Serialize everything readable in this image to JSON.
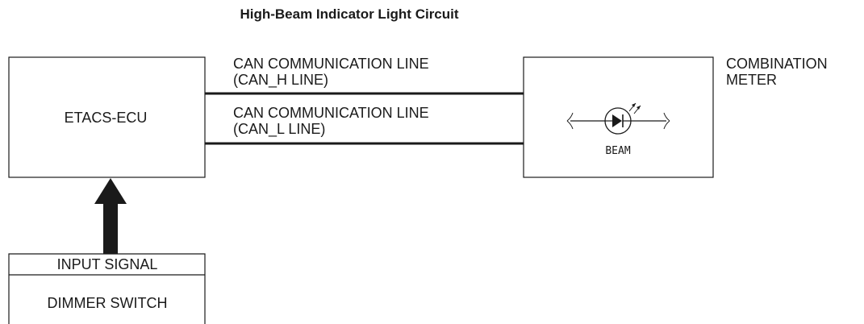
{
  "title": "High-Beam Indicator Light Circuit",
  "etacs": {
    "label": "ETACS-ECU"
  },
  "can_h": {
    "line1": "CAN COMMUNICATION LINE",
    "line2": "(CAN_H LINE)"
  },
  "can_l": {
    "line1": "CAN COMMUNICATION LINE",
    "line2": "(CAN_L LINE)"
  },
  "meter": {
    "line1": "COMBINATION",
    "line2": "METER",
    "lamp_label": "BEAM"
  },
  "dimmer": {
    "signal_label": "INPUT SIGNAL",
    "switch_label": "DIMMER SWITCH"
  },
  "icons": {
    "lamp": "led-lamp-icon",
    "arrow": "up-arrow-icon"
  },
  "colors": {
    "stroke": "#1a1a1a",
    "background": "#ffffff"
  }
}
